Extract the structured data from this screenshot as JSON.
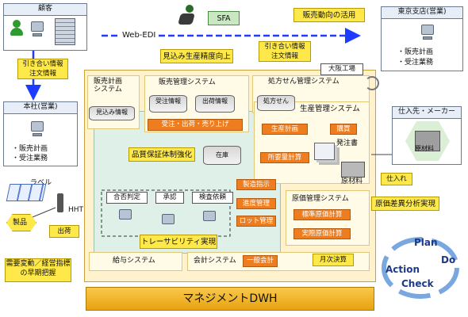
{
  "customer": {
    "title": "顧客",
    "box": "引き合い情報\n注文情報"
  },
  "edi": "Web-EDI",
  "sfa": "SFA",
  "sales_trend_callout": "販売動向の活用",
  "tokyo_branch": {
    "title": "東京支店(営業)",
    "items": [
      "・販売計画",
      "・受注業務"
    ]
  },
  "inquiry_box_right": "引き合い情報\n注文情報",
  "forecast_callout": "見込み生産精度向上",
  "osaka_factory": "大阪工場",
  "head_office": {
    "title": "本社(営業)",
    "items": [
      "・販売計画",
      "・受注業務"
    ]
  },
  "sales_plan_system": {
    "title": "販売計画\nシステム",
    "db": "見込み情報"
  },
  "sales_mgmt_system": {
    "title": "販売管理システム",
    "db1": "受注情報",
    "db2": "出荷情報",
    "bar": "受注・出荷・売り上げ"
  },
  "prescription_system": {
    "title": "処方せん管理システム",
    "db": "処方せん"
  },
  "production_system": {
    "title": "生産管理システム",
    "plan": "生産計画",
    "purchase": "購買",
    "order_doc": "発注書",
    "requirement": "所要量計算",
    "material": "原材料"
  },
  "supplier": {
    "title": "仕入先・メーカー",
    "material": "原材料",
    "purchase_label": "仕入れ"
  },
  "quality_callout": "品質保証体制強化",
  "inventory": "在庫",
  "label": "ラベル",
  "hht": "HHT",
  "product": "製品",
  "shipping": "出荷",
  "workflow": {
    "judge": "合否判定",
    "approve": "承認",
    "inspect": "検査依頼"
  },
  "manufacturing": {
    "instruct": "製造指示",
    "progress": "進度管理",
    "lot": "ロット管理"
  },
  "cost_system": {
    "title": "原価管理システム",
    "standard": "標準原価計算",
    "actual": "実際原価計算"
  },
  "cost_callout": "原価差異分析実現",
  "trace_callout": "トレーサビリティ実現",
  "payroll": "給与システム",
  "accounting": {
    "title": "会計システム",
    "general": "一般会計"
  },
  "monthly": "月次決算",
  "demand_callout": "需要変動／経営指標\nの早期把握",
  "dwh": "マネジメントDWH",
  "pdca": {
    "plan": "Plan",
    "do": "Do",
    "check": "Check",
    "action": "Action"
  },
  "colors": {
    "orange": "#ee7d1f",
    "yellow": "#ffe94a",
    "dwh": "#f5b422",
    "panel": "#dff0e8",
    "arrow": "#1e3cff"
  }
}
